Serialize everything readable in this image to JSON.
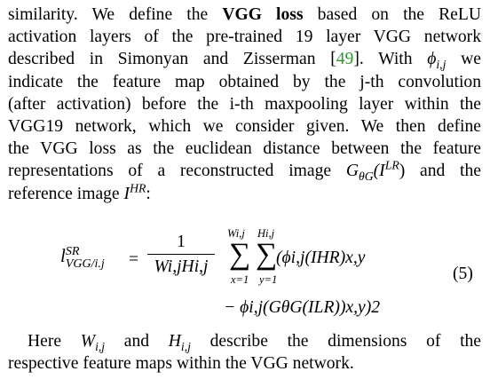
{
  "paragraph1": {
    "lines": [
      [
        "similarity.  We define the ",
        "VGG loss",
        " based on the ReLU"
      ],
      [
        "activation layers of the pre-trained 19 layer VGG network"
      ],
      [
        "described in Simonyan and Zisserman [",
        "49",
        "]. With ",
        "ϕ",
        "i,j",
        " we"
      ],
      [
        "indicate the feature map obtained by the j-th convolution"
      ],
      [
        "(after activation) before the i-th maxpooling layer within the"
      ],
      [
        "VGG19 network, which we consider given. We then define"
      ],
      [
        "the VGG loss as the euclidean distance between the feature"
      ],
      [
        "representations of a reconstructed image ",
        "G",
        "θG",
        "(I",
        "LR",
        ") and the"
      ],
      [
        "reference image ",
        "I",
        "HR",
        ":"
      ]
    ]
  },
  "equation": {
    "lhs_main": "l",
    "lhs_sup": "SR",
    "lhs_sub": "VGG/i.j",
    "equals": "=",
    "frac_num": "1",
    "frac_den": "Wi,jHi,j",
    "sum1_upper": "Wi,j",
    "sum1_lower": "x=1",
    "sum2_upper": "Hi,j",
    "sum2_lower": "y=1",
    "sum_symbol": "∑",
    "term1": "(ϕi,j(IHR)x,y",
    "term2": "− ϕi,j(GθG(ILR))x,y)2",
    "number": "(5)"
  },
  "paragraph2": {
    "lines": [
      [
        "Here ",
        "W",
        "i,j",
        " and ",
        "H",
        "i,j",
        " describe the dimensions of the"
      ],
      [
        "respective feature maps within the VGG network."
      ]
    ]
  }
}
